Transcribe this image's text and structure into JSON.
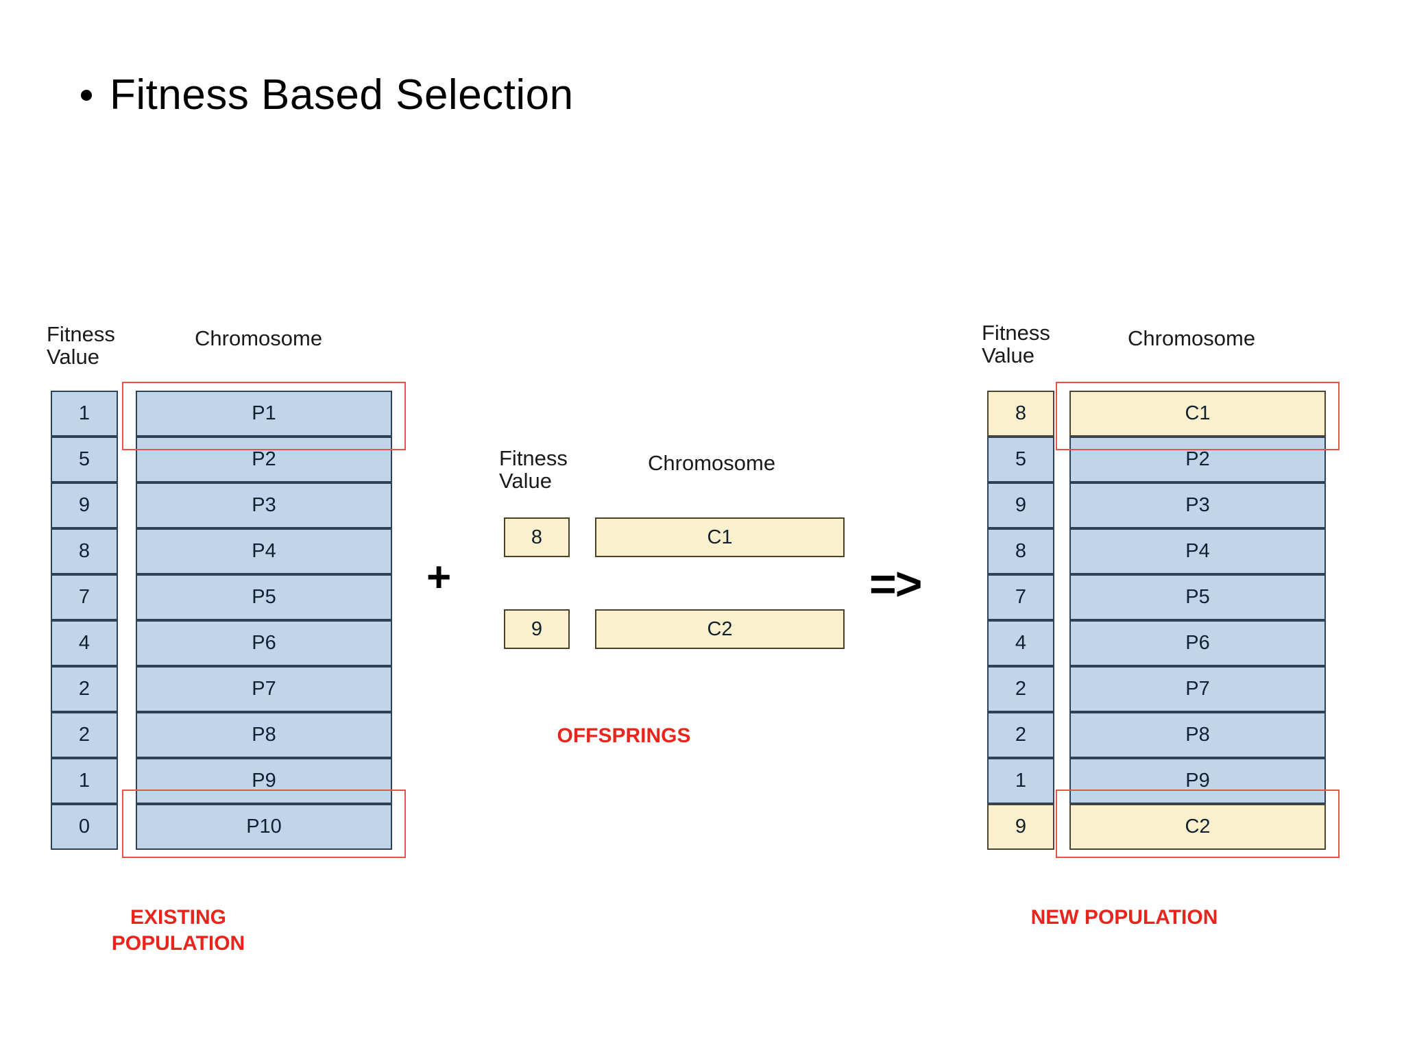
{
  "slide": {
    "bullet_glyph": "•",
    "title": "Fitness Based Selection"
  },
  "operators": {
    "plus": "+",
    "arrow": "=>"
  },
  "existing_population": {
    "header_fitness": "Fitness\nValue",
    "header_chromosome": "Chromosome",
    "caption": "EXISTING\nPOPULATION",
    "rows": [
      {
        "fitness": "1",
        "chromosome": "P1",
        "style": "blue"
      },
      {
        "fitness": "5",
        "chromosome": "P2",
        "style": "blue"
      },
      {
        "fitness": "9",
        "chromosome": "P3",
        "style": "blue"
      },
      {
        "fitness": "8",
        "chromosome": "P4",
        "style": "blue"
      },
      {
        "fitness": "7",
        "chromosome": "P5",
        "style": "blue"
      },
      {
        "fitness": "4",
        "chromosome": "P6",
        "style": "blue"
      },
      {
        "fitness": "2",
        "chromosome": "P7",
        "style": "blue"
      },
      {
        "fitness": "2",
        "chromosome": "P8",
        "style": "blue"
      },
      {
        "fitness": "1",
        "chromosome": "P9",
        "style": "blue"
      },
      {
        "fitness": "0",
        "chromosome": "P10",
        "style": "blue"
      }
    ],
    "highlighted_rows": [
      0,
      9
    ]
  },
  "offsprings": {
    "header_fitness": "Fitness\nValue",
    "header_chromosome": "Chromosome",
    "caption": "OFFSPRINGS",
    "rows": [
      {
        "fitness": "8",
        "chromosome": "C1"
      },
      {
        "fitness": "9",
        "chromosome": "C2"
      }
    ]
  },
  "new_population": {
    "header_fitness": "Fitness\nValue",
    "header_chromosome": "Chromosome",
    "caption": "NEW POPULATION",
    "rows": [
      {
        "fitness": "8",
        "chromosome": "C1",
        "style": "yellow"
      },
      {
        "fitness": "5",
        "chromosome": "P2",
        "style": "blue"
      },
      {
        "fitness": "9",
        "chromosome": "P3",
        "style": "blue"
      },
      {
        "fitness": "8",
        "chromosome": "P4",
        "style": "blue"
      },
      {
        "fitness": "7",
        "chromosome": "P5",
        "style": "blue"
      },
      {
        "fitness": "4",
        "chromosome": "P6",
        "style": "blue"
      },
      {
        "fitness": "2",
        "chromosome": "P7",
        "style": "blue"
      },
      {
        "fitness": "2",
        "chromosome": "P8",
        "style": "blue"
      },
      {
        "fitness": "1",
        "chromosome": "P9",
        "style": "blue"
      },
      {
        "fitness": "9",
        "chromosome": "C2",
        "style": "yellow"
      }
    ],
    "highlighted_rows": [
      0,
      9
    ]
  },
  "colors": {
    "blue_fill": "#c0d5ea",
    "blue_border": "#2d4257",
    "yellow_fill": "#fbf0cd",
    "yellow_border": "#4a4631",
    "highlight_red": "#e8524b",
    "caption_red": "#e8251c"
  }
}
